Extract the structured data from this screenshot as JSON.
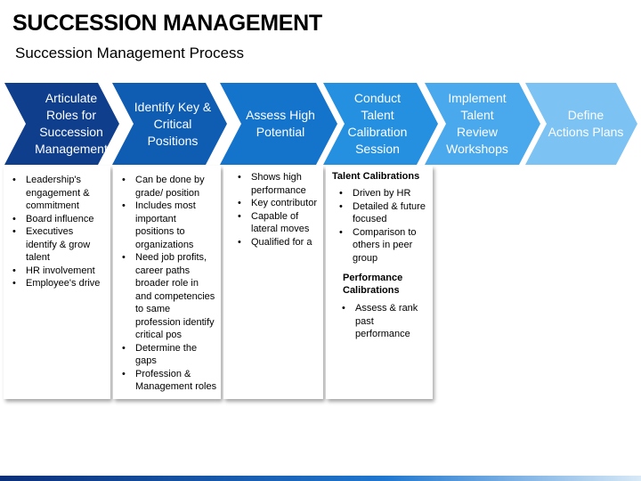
{
  "slide": {
    "title": "SUCCESSION MANAGEMENT",
    "subtitle": "Succession Management Process"
  },
  "steps": [
    {
      "label": "Articulate\nRoles for\nSuccession\nManagement",
      "color": "#0f3e8c"
    },
    {
      "label": "Identify Key &\nCritical\nPositions",
      "color": "#0f5cb3"
    },
    {
      "label": "Assess High\nPotential",
      "color": "#1474cc"
    },
    {
      "label": "Conduct\nTalent\nCalibration\nSession",
      "color": "#2590e0"
    },
    {
      "label": "Implement\nTalent\nReview\nWorkshops",
      "color": "#4aa8ec"
    },
    {
      "label": "Define\nActions Plans",
      "color": "#7cc2f2"
    }
  ],
  "columns": [
    {
      "bullets": [
        "Leadership's engagement & commitment",
        "Board influence",
        "Executives identify & grow talent",
        "HR involvement",
        "Employee's drive"
      ]
    },
    {
      "bullets": [
        "Can be done by grade/ position",
        "Includes most important positions to organizations",
        "Need job profits, career paths broader role in and competencies to same profession identify critical pos",
        "Determine the gaps",
        "Profession & Management roles"
      ]
    },
    {
      "bullets": [
        "Shows high performance",
        "Key contributor",
        "Capable of lateral moves",
        "Qualified for a"
      ]
    },
    {
      "sections": [
        {
          "heading": "Talent Calibrations",
          "bullets": [
            "Driven by HR",
            "Detailed & future focused",
            "Comparison to others in peer group"
          ]
        },
        {
          "heading": "Performance\nCalibrations",
          "bullets": [
            "Assess & rank past performance"
          ]
        }
      ]
    }
  ]
}
